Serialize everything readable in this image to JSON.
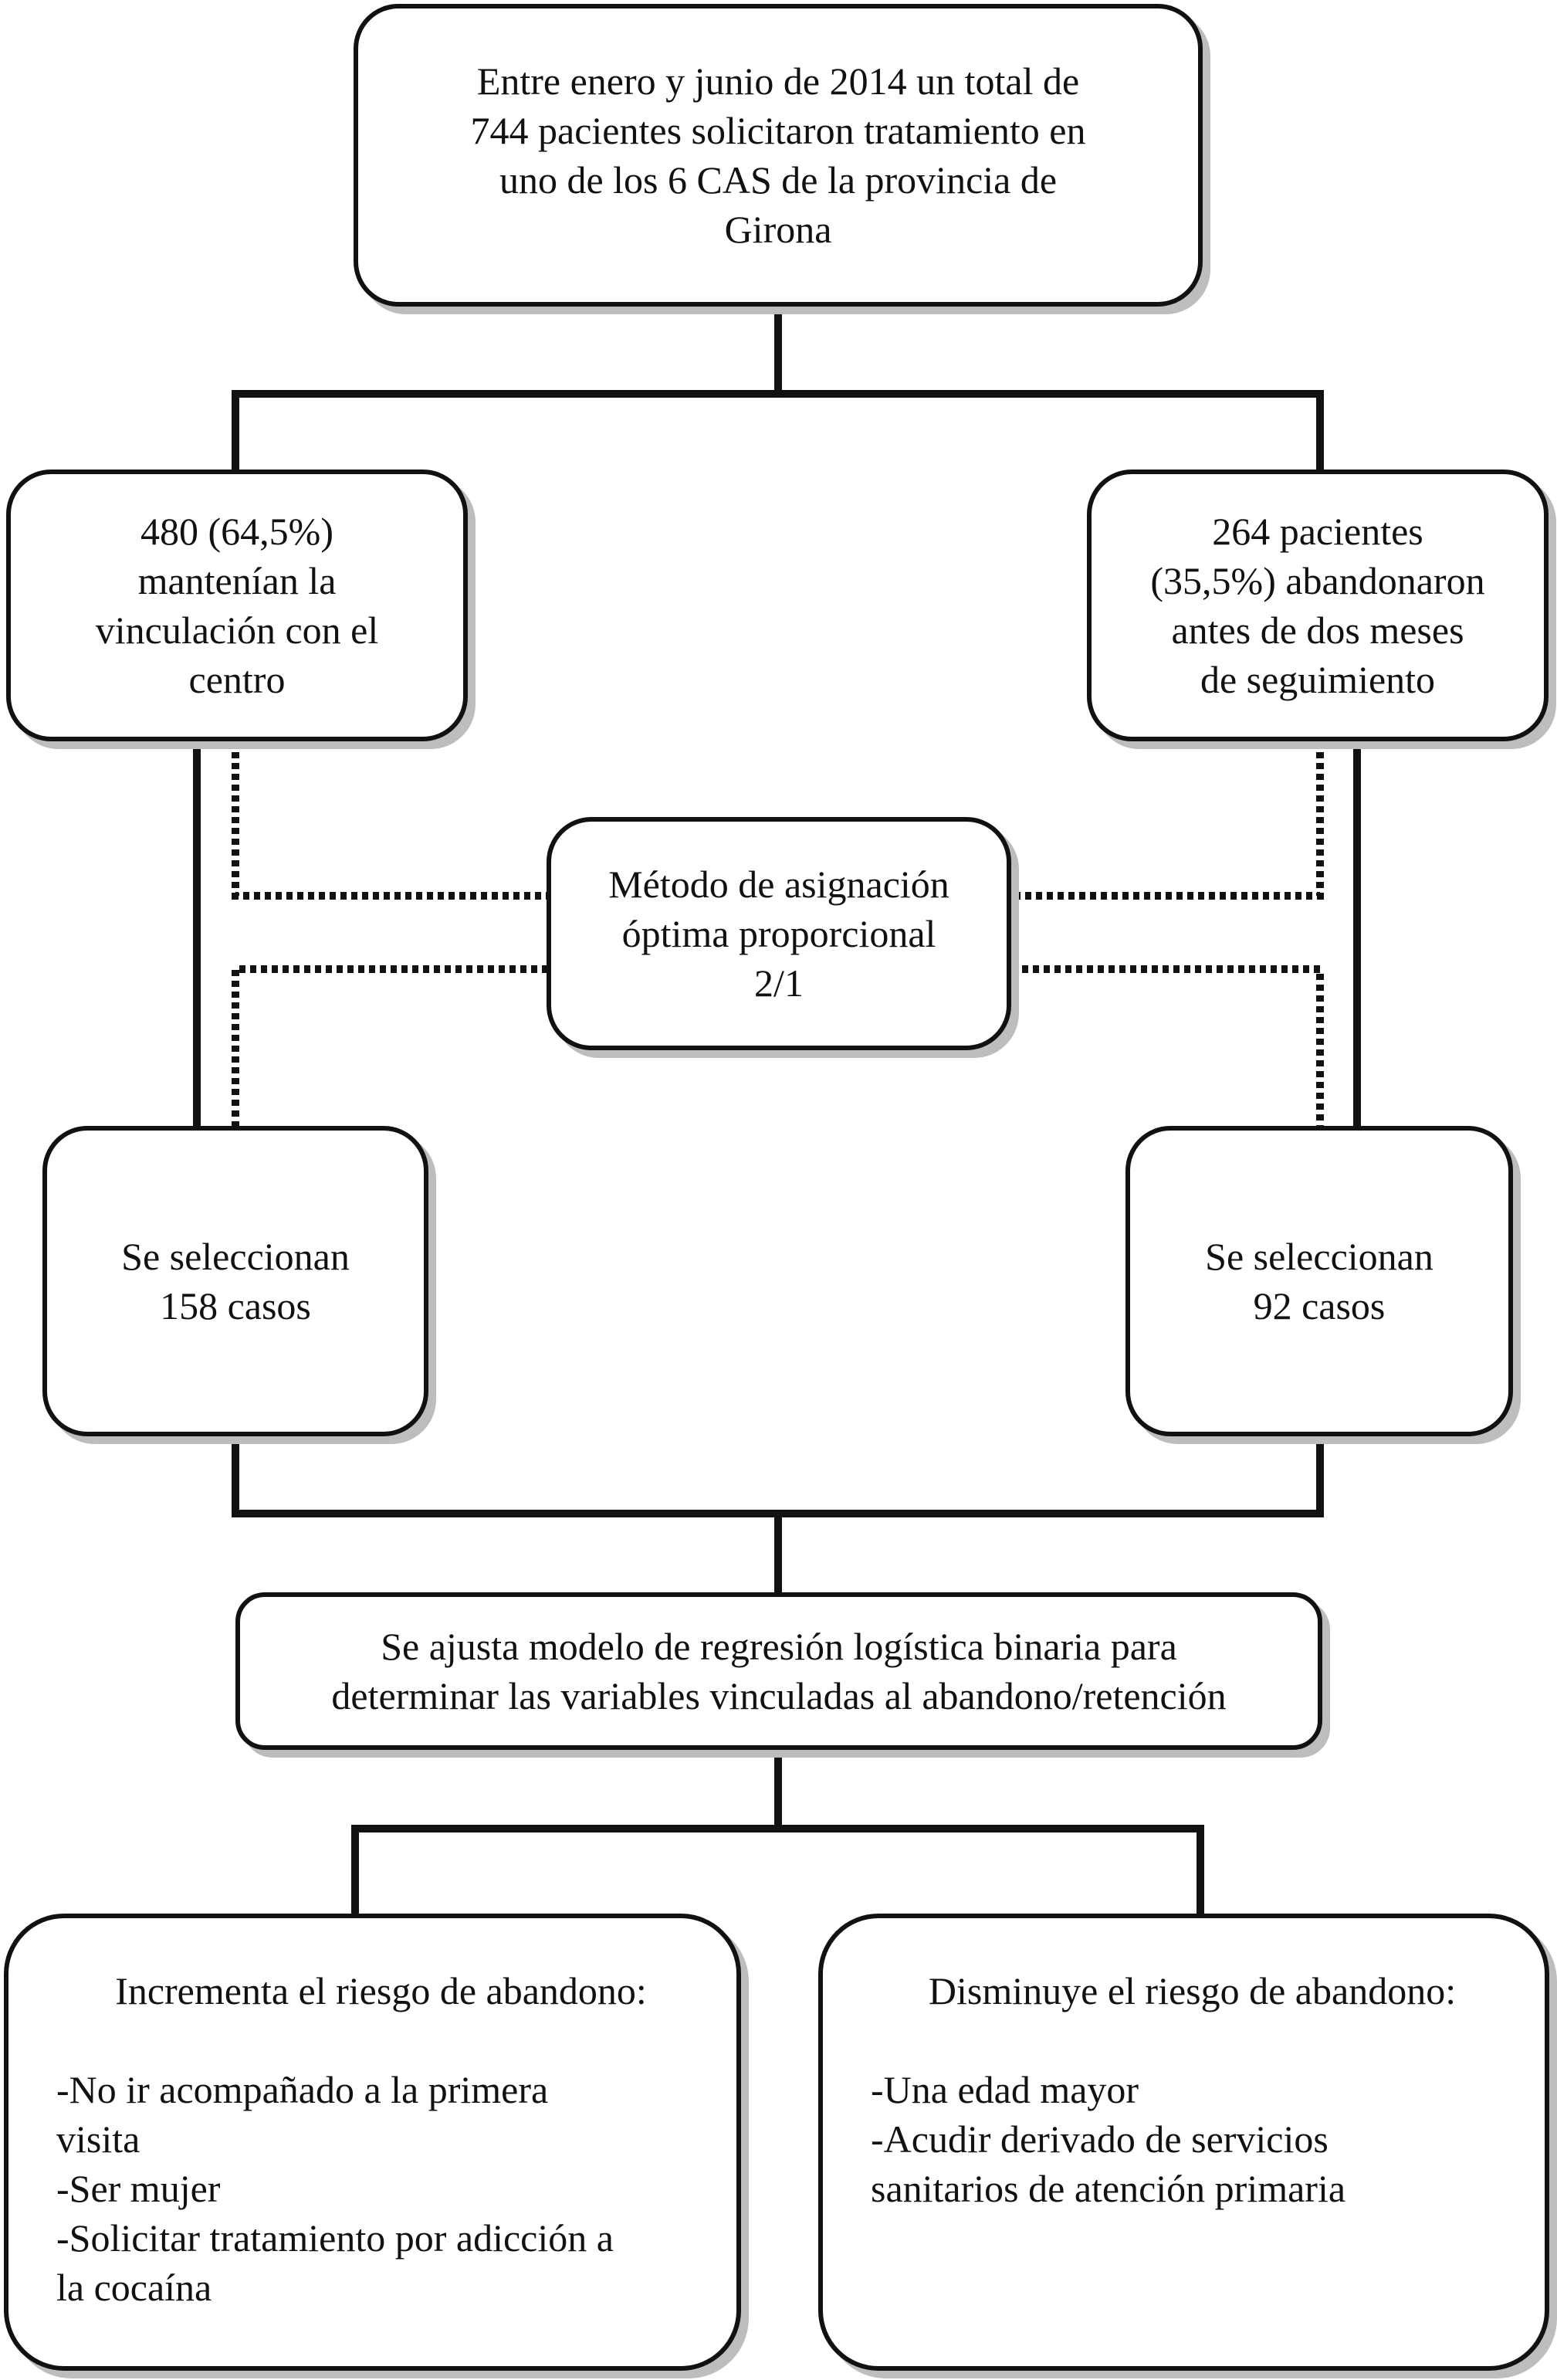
{
  "boxes": {
    "top": {
      "lines": [
        "Entre enero y junio de 2014 un total de",
        "744 pacientes solicitaron tratamiento en",
        "uno de los 6 CAS de la provincia de",
        "Girona"
      ]
    },
    "left": {
      "lines": [
        "480 (64,5%)",
        "mantenían la",
        "vinculación con el",
        "centro"
      ]
    },
    "right": {
      "lines": [
        "264 pacientes",
        "(35,5%) abandonaron",
        "antes de dos meses",
        "de seguimiento"
      ]
    },
    "middle": {
      "lines": [
        "Método de asignación",
        "óptima proporcional",
        "2/1"
      ]
    },
    "select_left": {
      "lines": [
        "Se seleccionan",
        "158 casos"
      ]
    },
    "select_right": {
      "lines": [
        "Se seleccionan",
        "92 casos"
      ]
    },
    "model": {
      "lines": [
        "Se ajusta modelo de regresión logística binaria para",
        "determinar las variables vinculadas al abandono/retención"
      ]
    },
    "increase": {
      "heading": "Incrementa el riesgo de abandono:",
      "items": [
        "-No ir acompañado a la primera",
        "visita",
        "-Ser mujer",
        "-Solicitar tratamiento por adicción a",
        "la cocaína"
      ]
    },
    "decrease": {
      "heading": "Disminuye el riesgo de abandono:",
      "items": [
        "-Una edad mayor",
        "-Acudir derivado de servicios",
        "sanitarios de atención primaria"
      ]
    }
  },
  "colors": {
    "line": "#111111",
    "shadow": "#bdbdbd"
  }
}
